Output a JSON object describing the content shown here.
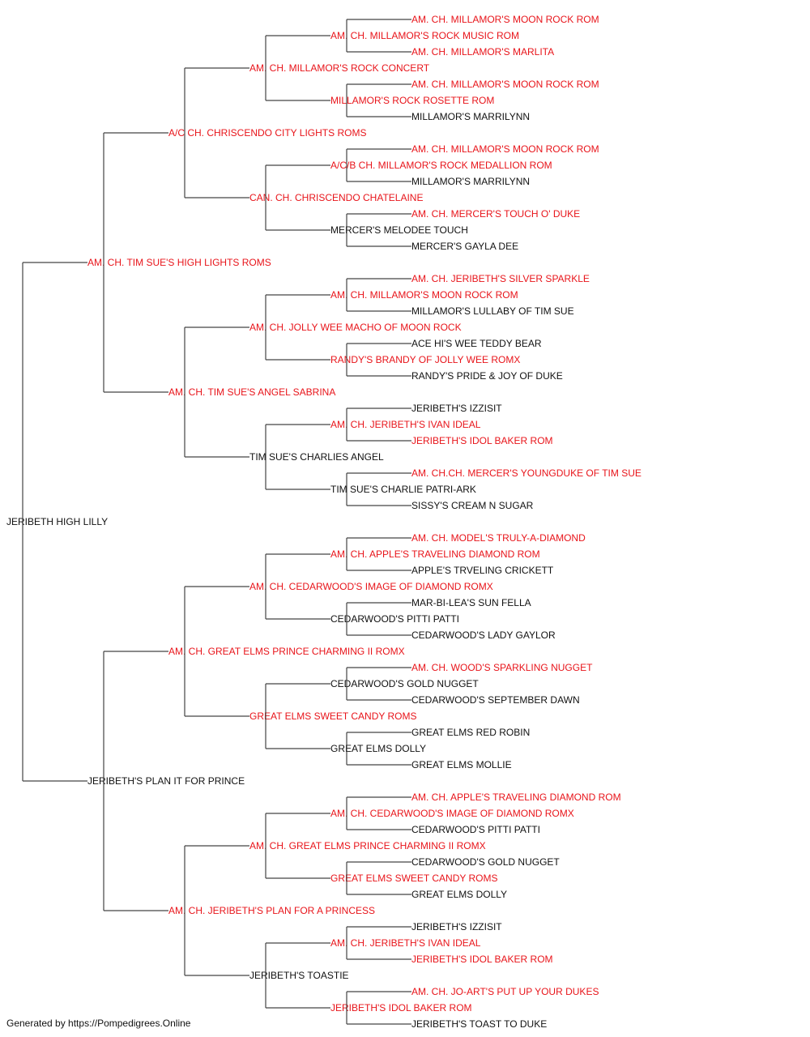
{
  "colors": {
    "champion": "#e8141a",
    "normal": "#111111",
    "line": "#444444"
  },
  "footer": "Generated by https://Pompedigrees.Online",
  "pedigree": {
    "name": "JERIBETH HIGH LILLY",
    "red": false,
    "sire": {
      "name": "AM. CH. TIM SUE'S HIGH LIGHTS ROMS",
      "red": true,
      "sire": {
        "name": "A/C CH. CHRISCENDO CITY LIGHTS ROMS",
        "red": true,
        "sire": {
          "name": "AM. CH. MILLAMOR'S ROCK CONCERT",
          "red": true,
          "sire": {
            "name": "AM. CH. MILLAMOR'S ROCK MUSIC ROM",
            "red": true,
            "sire": {
              "name": "AM. CH. MILLAMOR'S MOON ROCK ROM",
              "red": true
            },
            "dam": {
              "name": "AM. CH. MILLAMOR'S MARLITA",
              "red": true
            }
          },
          "dam": {
            "name": "MILLAMOR'S ROCK ROSETTE ROM",
            "red": true,
            "sire": {
              "name": "AM. CH. MILLAMOR'S MOON ROCK ROM",
              "red": true
            },
            "dam": {
              "name": "MILLAMOR'S MARRILYNN",
              "red": false
            }
          }
        },
        "dam": {
          "name": "CAN. CH. CHRISCENDO CHATELAINE",
          "red": true,
          "sire": {
            "name": "A/C/B CH. MILLAMOR'S ROCK MEDALLION ROM",
            "red": true,
            "sire": {
              "name": "AM. CH. MILLAMOR'S MOON ROCK ROM",
              "red": true
            },
            "dam": {
              "name": "MILLAMOR'S MARRILYNN",
              "red": false
            }
          },
          "dam": {
            "name": "MERCER'S MELODEE TOUCH",
            "red": false,
            "sire": {
              "name": "AM. CH. MERCER'S TOUCH O' DUKE",
              "red": true
            },
            "dam": {
              "name": "MERCER'S GAYLA DEE",
              "red": false
            }
          }
        }
      },
      "dam": {
        "name": "AM. CH. TIM SUE'S ANGEL SABRINA",
        "red": true,
        "sire": {
          "name": "AM. CH. JOLLY WEE MACHO OF MOON ROCK",
          "red": true,
          "sire": {
            "name": "AM. CH. MILLAMOR'S MOON ROCK ROM",
            "red": true,
            "sire": {
              "name": "AM. CH. JERIBETH'S SILVER SPARKLE",
              "red": true
            },
            "dam": {
              "name": "MILLAMOR'S LULLABY OF TIM SUE",
              "red": false
            }
          },
          "dam": {
            "name": "RANDY'S BRANDY OF JOLLY WEE ROMX",
            "red": true,
            "sire": {
              "name": "ACE HI'S WEE TEDDY BEAR",
              "red": false
            },
            "dam": {
              "name": "RANDY'S PRIDE & JOY OF DUKE",
              "red": false
            }
          }
        },
        "dam": {
          "name": "TIM SUE'S CHARLIES ANGEL",
          "red": false,
          "sire": {
            "name": "AM. CH. JERIBETH'S IVAN IDEAL",
            "red": true,
            "sire": {
              "name": "JERIBETH'S IZZISIT",
              "red": false
            },
            "dam": {
              "name": "JERIBETH'S IDOL BAKER ROM",
              "red": true
            }
          },
          "dam": {
            "name": "TIM SUE'S CHARLIE PATRI-ARK",
            "red": false,
            "sire": {
              "name": "AM. CH.CH. MERCER'S YOUNGDUKE OF TIM SUE",
              "red": true
            },
            "dam": {
              "name": "SISSY'S CREAM N SUGAR",
              "red": false
            }
          }
        }
      }
    },
    "dam": {
      "name": "JERIBETH'S PLAN IT FOR PRINCE",
      "red": false,
      "sire": {
        "name": "AM. CH. GREAT ELMS PRINCE CHARMING II ROMX",
        "red": true,
        "sire": {
          "name": "AM. CH. CEDARWOOD'S IMAGE OF DIAMOND ROMX",
          "red": true,
          "sire": {
            "name": "AM. CH. APPLE'S TRAVELING DIAMOND ROM",
            "red": true,
            "sire": {
              "name": "AM. CH. MODEL'S TRULY-A-DIAMOND",
              "red": true
            },
            "dam": {
              "name": "APPLE'S TRVELING CRICKETT",
              "red": false
            }
          },
          "dam": {
            "name": "CEDARWOOD'S PITTI PATTI",
            "red": false,
            "sire": {
              "name": "MAR-BI-LEA'S SUN FELLA",
              "red": false
            },
            "dam": {
              "name": "CEDARWOOD'S LADY GAYLOR",
              "red": false
            }
          }
        },
        "dam": {
          "name": "GREAT ELMS SWEET CANDY ROMS",
          "red": true,
          "sire": {
            "name": "CEDARWOOD'S GOLD NUGGET",
            "red": false,
            "sire": {
              "name": "AM. CH. WOOD'S SPARKLING NUGGET",
              "red": true
            },
            "dam": {
              "name": "CEDARWOOD'S SEPTEMBER DAWN",
              "red": false
            }
          },
          "dam": {
            "name": "GREAT ELMS DOLLY",
            "red": false,
            "sire": {
              "name": "GREAT ELMS RED ROBIN",
              "red": false
            },
            "dam": {
              "name": "GREAT ELMS MOLLIE",
              "red": false
            }
          }
        }
      },
      "dam": {
        "name": "AM. CH. JERIBETH'S PLAN FOR A PRINCESS",
        "red": true,
        "sire": {
          "name": "AM. CH. GREAT ELMS PRINCE CHARMING II ROMX",
          "red": true,
          "sire": {
            "name": "AM. CH. CEDARWOOD'S IMAGE OF DIAMOND ROMX",
            "red": true,
            "sire": {
              "name": "AM. CH. APPLE'S TRAVELING DIAMOND ROM",
              "red": true
            },
            "dam": {
              "name": "CEDARWOOD'S PITTI PATTI",
              "red": false
            }
          },
          "dam": {
            "name": "GREAT ELMS SWEET CANDY ROMS",
            "red": true,
            "sire": {
              "name": "CEDARWOOD'S GOLD NUGGET",
              "red": false
            },
            "dam": {
              "name": "GREAT ELMS DOLLY",
              "red": false
            }
          }
        },
        "dam": {
          "name": "JERIBETH'S TOASTIE",
          "red": false,
          "sire": {
            "name": "AM. CH. JERIBETH'S IVAN IDEAL",
            "red": true,
            "sire": {
              "name": "JERIBETH'S IZZISIT",
              "red": false
            },
            "dam": {
              "name": "JERIBETH'S IDOL BAKER ROM",
              "red": true
            }
          },
          "dam": {
            "name": "JERIBETH'S IDOL BAKER ROM",
            "red": true,
            "sire": {
              "name": "AM. CH. JO-ART'S PUT UP YOUR DUKES",
              "red": true
            },
            "dam": {
              "name": "JERIBETH'S TOAST TO DUKE",
              "red": false
            }
          }
        }
      }
    }
  }
}
